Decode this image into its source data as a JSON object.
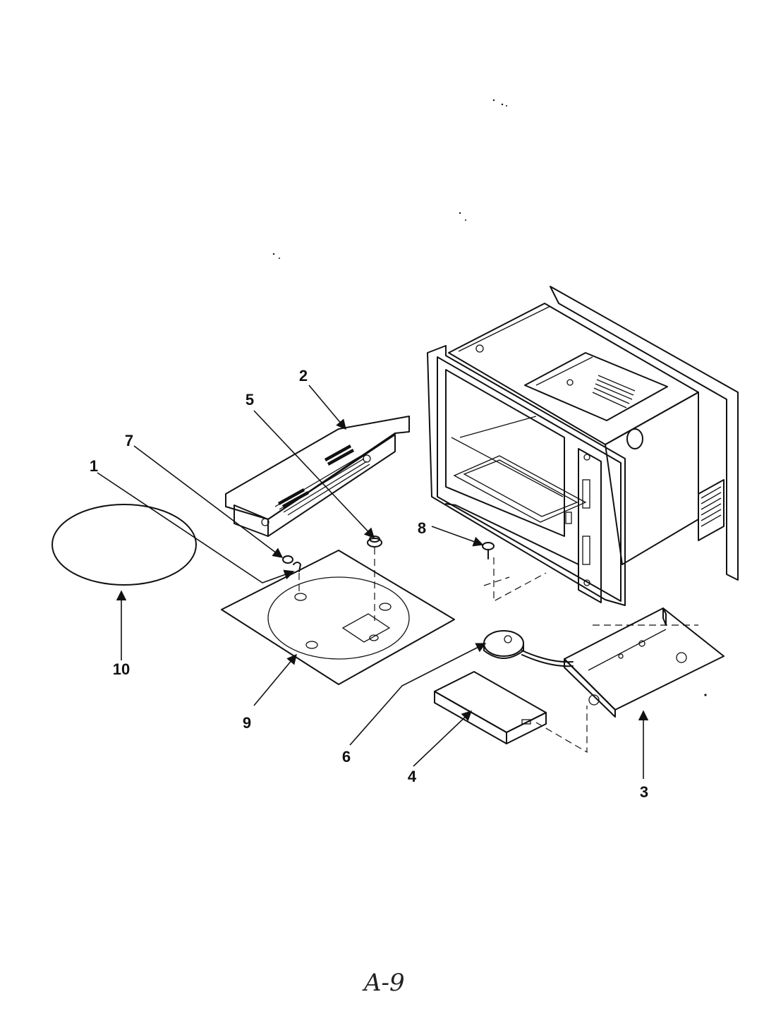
{
  "callouts": {
    "c1": "1",
    "c2": "2",
    "c3": "3",
    "c4": "4",
    "c5": "5",
    "c6": "6",
    "c7": "7",
    "c8": "8",
    "c9": "9",
    "c10": "10"
  },
  "footer": {
    "page_label": "A-9"
  }
}
